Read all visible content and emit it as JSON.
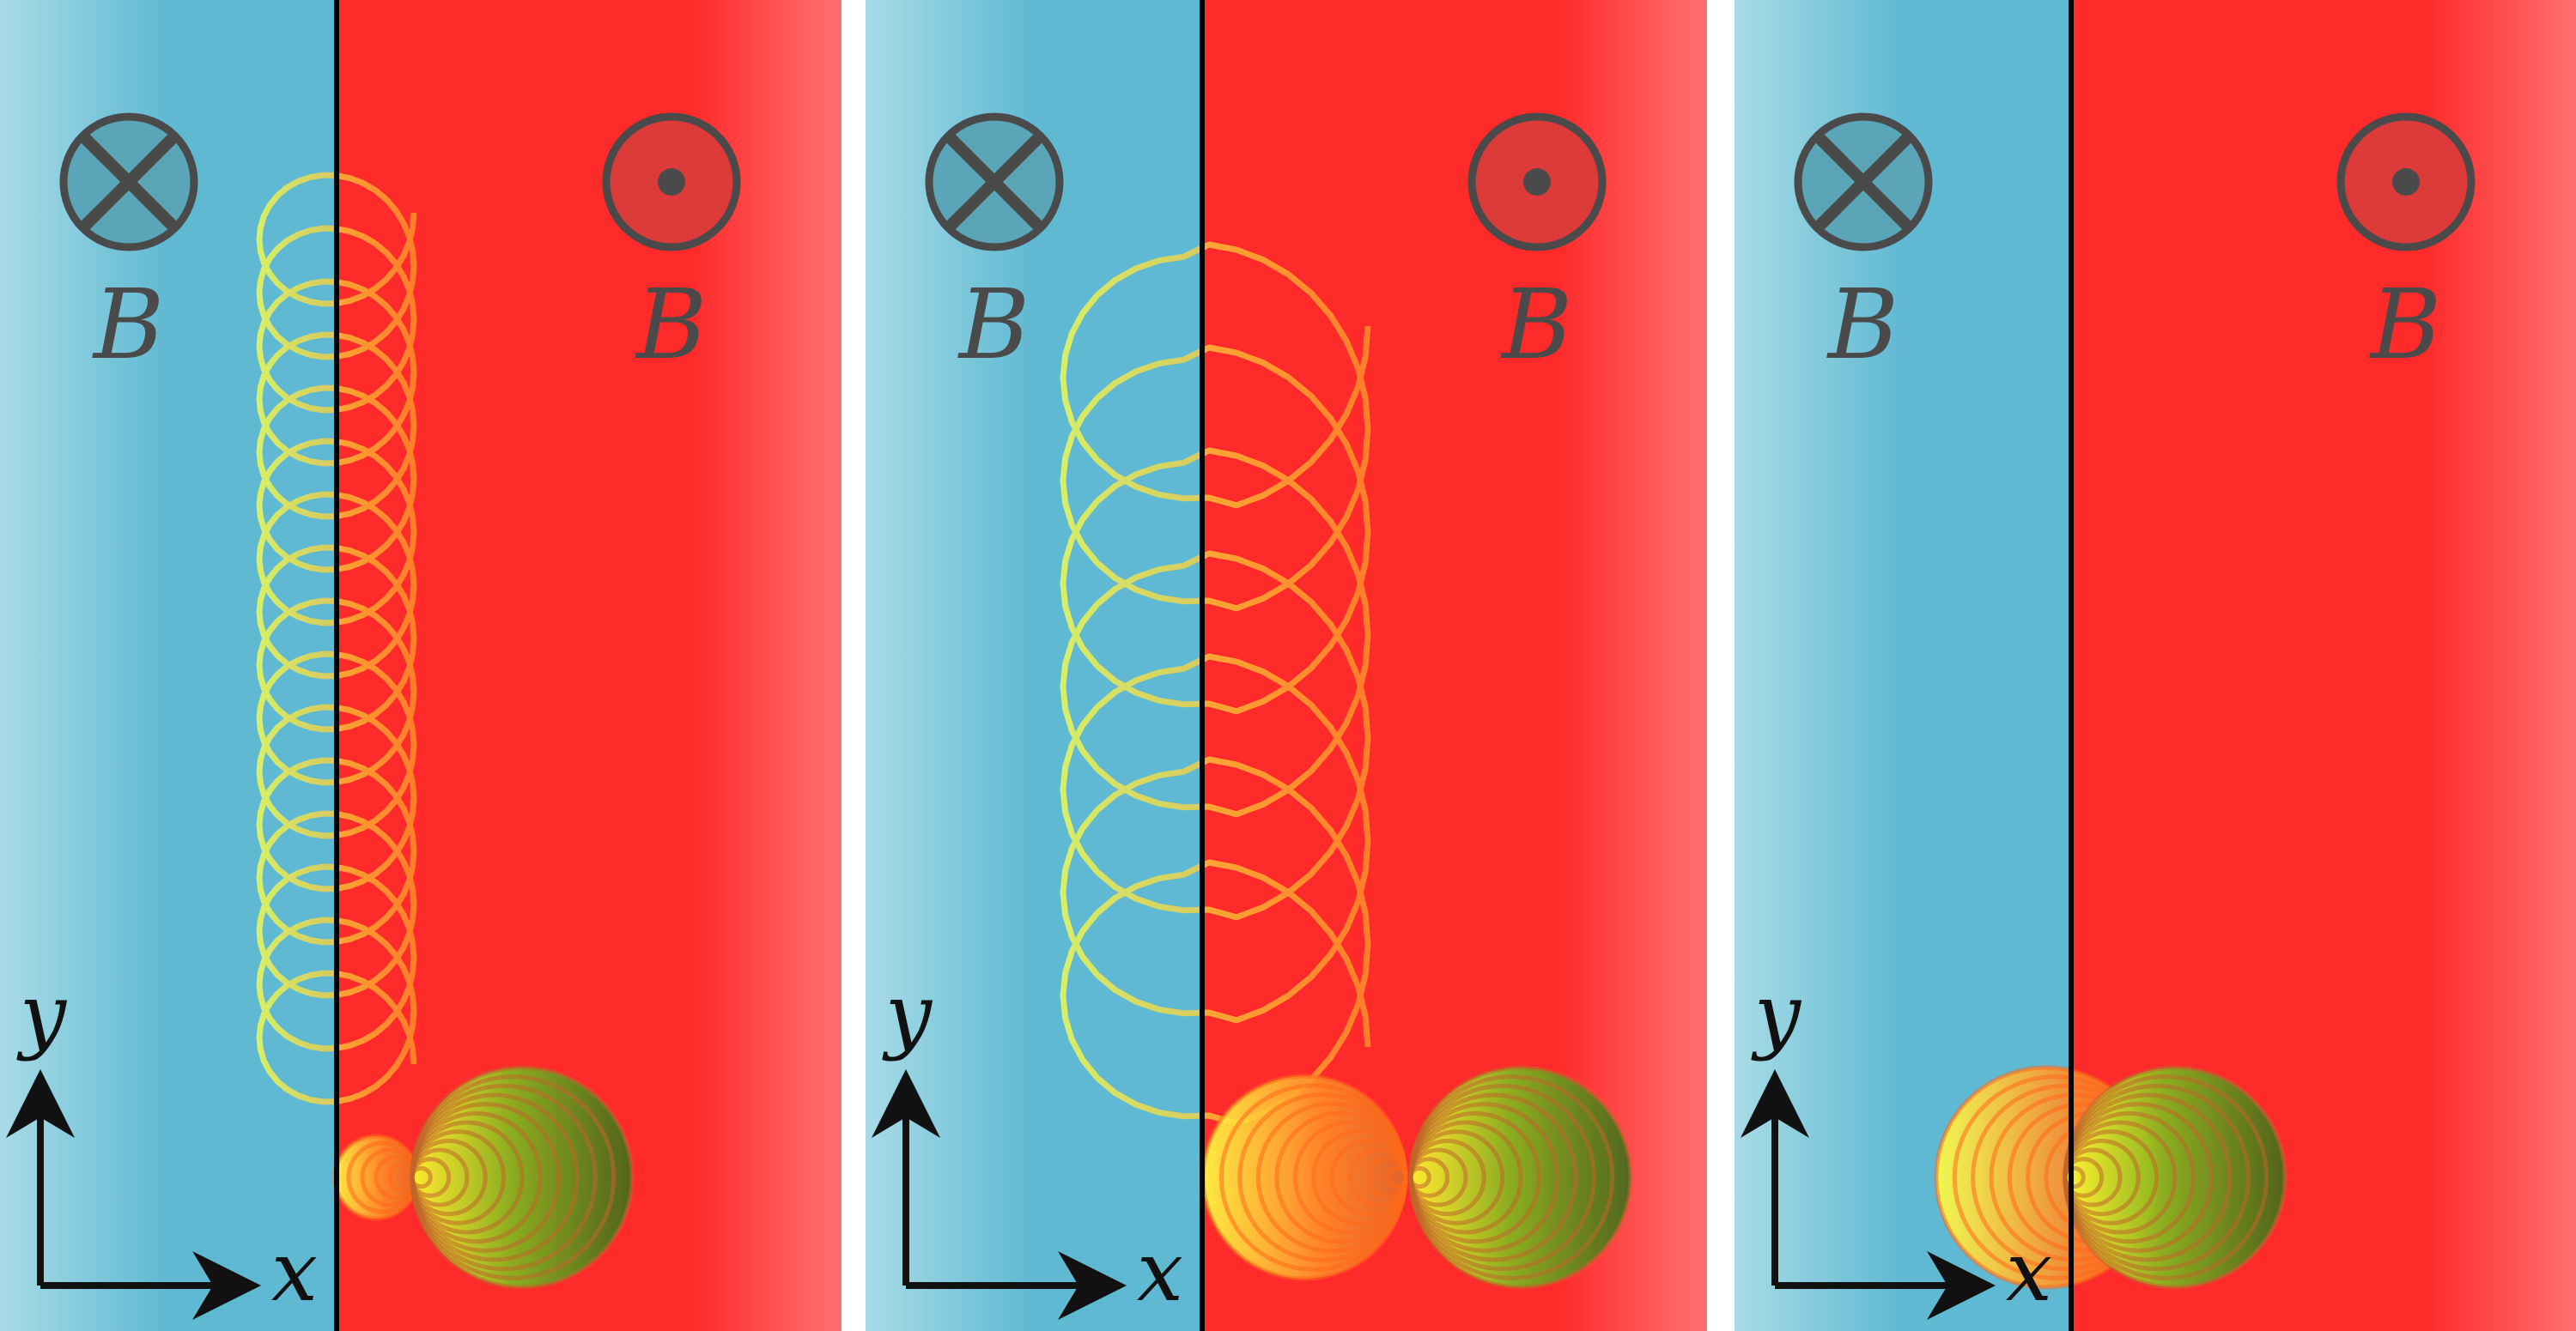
{
  "colors": {
    "left_region": "#5fb9d2",
    "left_region_edge": "#a8dbe6",
    "right_region": "#ff2a2a",
    "right_region_edge": "#ff7070",
    "boundary": "#000000",
    "symbol": "#4a4a4a",
    "trajectory_start": "#ffff44",
    "trajectory_end": "#ff9a2a",
    "cluster_dark": "#3f6a1a"
  },
  "panels": [
    {
      "id": "panel-1",
      "left_field_symbol": "into-page-icon",
      "right_field_symbol": "out-of-page-icon",
      "left_field_label": "B",
      "right_field_label": "B",
      "y_axis_label": "y",
      "x_axis_label": "x",
      "trajectory": "tight-drift"
    },
    {
      "id": "panel-2",
      "left_field_symbol": "into-page-icon",
      "right_field_symbol": "out-of-page-icon",
      "left_field_label": "B",
      "right_field_label": "B",
      "y_axis_label": "y",
      "x_axis_label": "x",
      "trajectory": "wide-drift"
    },
    {
      "id": "panel-3",
      "left_field_symbol": "into-page-icon",
      "right_field_symbol": "out-of-page-icon",
      "left_field_label": "B",
      "right_field_label": "B",
      "y_axis_label": "y",
      "x_axis_label": "x",
      "trajectory": "none"
    }
  ]
}
